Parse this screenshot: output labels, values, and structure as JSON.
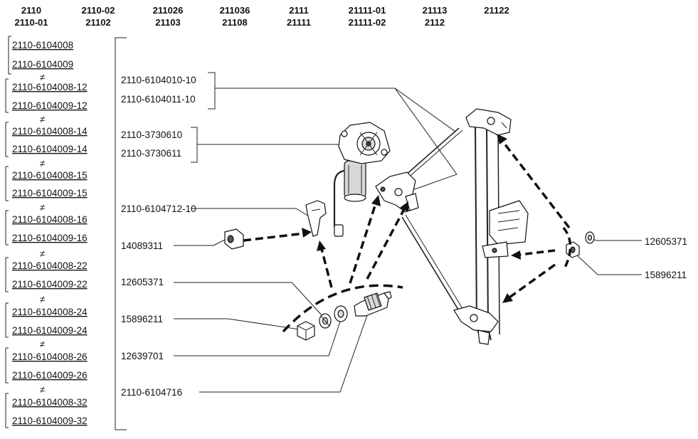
{
  "header": {
    "columns": [
      {
        "top": "2110",
        "bottom": "2110-01"
      },
      {
        "top": "2110-02",
        "bottom": "21102"
      },
      {
        "top": "211026",
        "bottom": "21103"
      },
      {
        "top": "211036",
        "bottom": "21108"
      },
      {
        "top": "2111",
        "bottom": "21111"
      },
      {
        "top": "21111-01",
        "bottom": "21111-02"
      },
      {
        "top": "21113",
        "bottom": "2112"
      },
      {
        "top": "21122",
        "bottom": ""
      }
    ]
  },
  "variants": {
    "separator_symbol": "≠",
    "groups": [
      {
        "a": "2110-6104008",
        "b": "2110-6104009"
      },
      {
        "a": "2110-6104008-12",
        "b": "2110-6104009-12"
      },
      {
        "a": "2110-6104008-14",
        "b": "2110-6104009-14"
      },
      {
        "a": "2110-6104008-15",
        "b": "2110-6104009-15"
      },
      {
        "a": "2110-6104008-16",
        "b": "2110-6104009-16"
      },
      {
        "a": "2110-6104008-22",
        "b": "2110-6104009-22"
      },
      {
        "a": "2110-6104008-24",
        "b": "2110-6104009-24"
      },
      {
        "a": "2110-6104008-26",
        "b": "2110-6104009-26"
      },
      {
        "a": "2110-6104008-32",
        "b": "2110-6104009-32"
      }
    ]
  },
  "callouts": {
    "cable_left": "2110-6104010-10",
    "cable_right": "2110-6104011-10",
    "motor_left": "2110-3730610",
    "motor_right": "2110-3730611",
    "bracket": "2110-6104712-10",
    "bushing_left": "14089311",
    "washer_left": "12605371",
    "nut_left": "15896211",
    "washer_mid": "12639701",
    "stud": "2110-6104716",
    "washer_right": "12605371",
    "nut_right": "15896211"
  },
  "icons": {
    "motor": "electric-motor-icon",
    "regulator": "window-regulator-frame-icon",
    "nut": "nut-icon",
    "washer": "washer-icon",
    "bushing": "bushing-icon",
    "stud": "threaded-stud-icon",
    "bracket": "bracket-icon"
  }
}
